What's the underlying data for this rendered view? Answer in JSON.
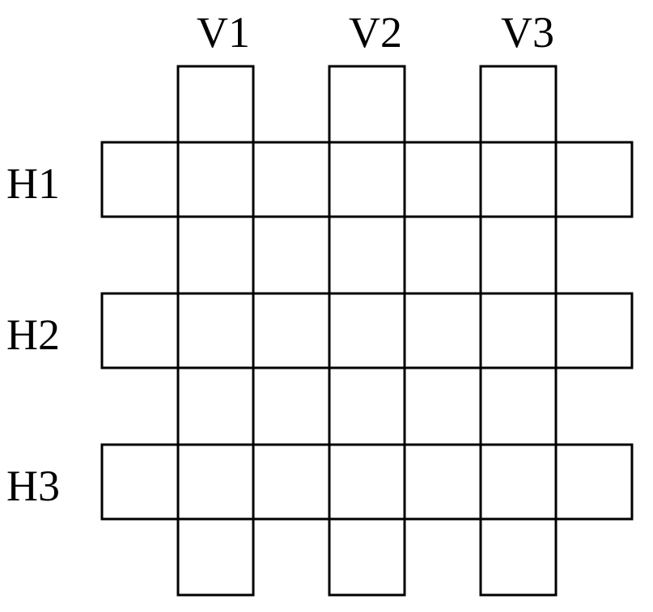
{
  "labels": {
    "columns": [
      "V1",
      "V2",
      "V3"
    ],
    "rows": [
      "H1",
      "H2",
      "H3"
    ]
  },
  "colors": {
    "line": "#000000",
    "background": "#ffffff"
  }
}
